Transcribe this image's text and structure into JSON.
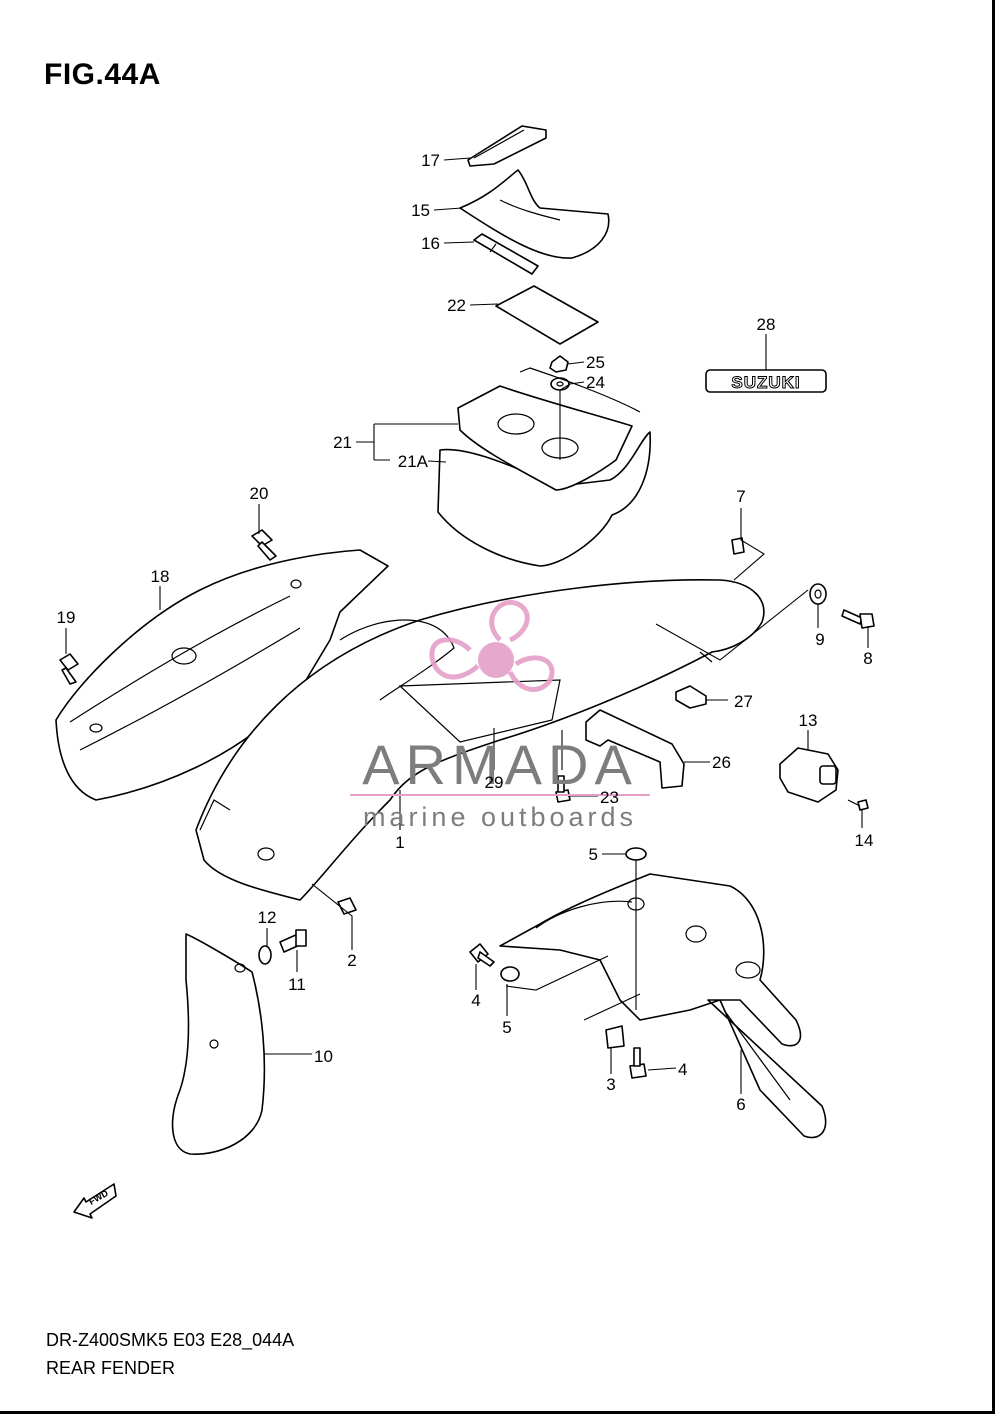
{
  "figure": {
    "title": "FIG.44A",
    "model_code": "DR-Z400SMK5 E03 E28_044A",
    "section_name": "REAR FENDER",
    "brand_label": "SUZUKI",
    "fwd_label": "FWD"
  },
  "watermark": {
    "brand": "ARMADA",
    "tagline": "marine outboards",
    "accent_color": "#e4a0c8"
  },
  "callouts": [
    {
      "id": "c17",
      "text": "17"
    },
    {
      "id": "c15",
      "text": "15"
    },
    {
      "id": "c16",
      "text": "16"
    },
    {
      "id": "c22",
      "text": "22"
    },
    {
      "id": "c28",
      "text": "28"
    },
    {
      "id": "c25",
      "text": "25"
    },
    {
      "id": "c24",
      "text": "24"
    },
    {
      "id": "c21",
      "text": "21"
    },
    {
      "id": "c21a",
      "text": "21A"
    },
    {
      "id": "c20",
      "text": "20"
    },
    {
      "id": "c7",
      "text": "7"
    },
    {
      "id": "c18",
      "text": "18"
    },
    {
      "id": "c19",
      "text": "19"
    },
    {
      "id": "c9",
      "text": "9"
    },
    {
      "id": "c8",
      "text": "8"
    },
    {
      "id": "c27",
      "text": "27"
    },
    {
      "id": "c13",
      "text": "13"
    },
    {
      "id": "c26",
      "text": "26"
    },
    {
      "id": "c29",
      "text": "29"
    },
    {
      "id": "c23",
      "text": "23"
    },
    {
      "id": "c1",
      "text": "1"
    },
    {
      "id": "c14",
      "text": "14"
    },
    {
      "id": "c5a",
      "text": "5"
    },
    {
      "id": "c12",
      "text": "12"
    },
    {
      "id": "c11",
      "text": "11"
    },
    {
      "id": "c2",
      "text": "2"
    },
    {
      "id": "c4a",
      "text": "4"
    },
    {
      "id": "c5b",
      "text": "5"
    },
    {
      "id": "c10",
      "text": "10"
    },
    {
      "id": "c4b",
      "text": "4"
    },
    {
      "id": "c3",
      "text": "3"
    },
    {
      "id": "c6",
      "text": "6"
    }
  ]
}
